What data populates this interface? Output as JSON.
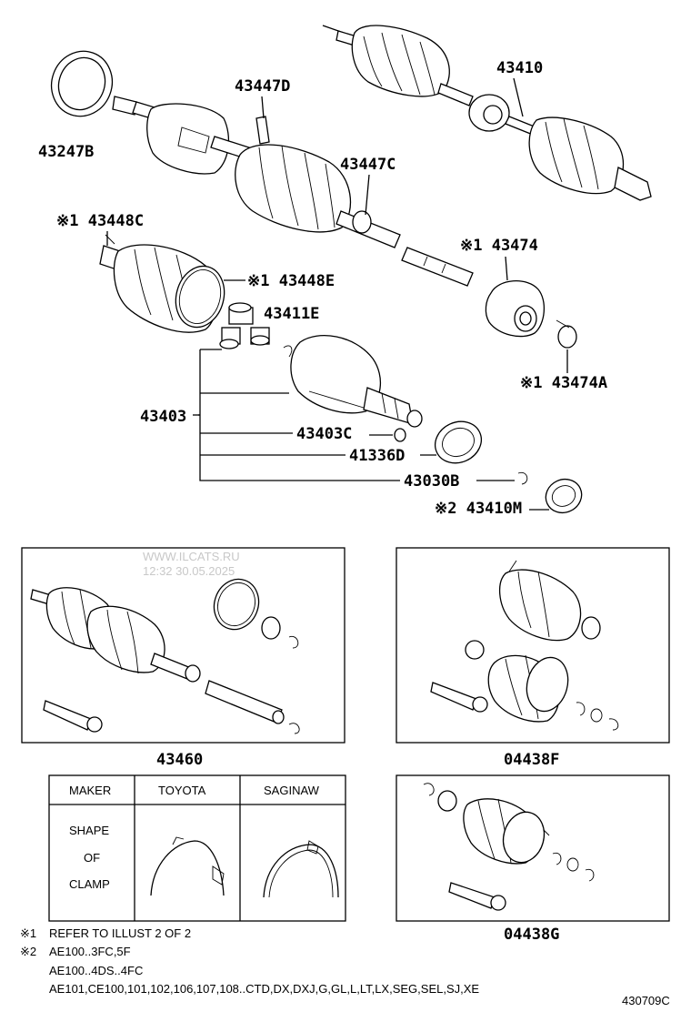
{
  "watermark": {
    "site": "WWW.ILCATS.RU",
    "stamp": "12:32 30.05.2025"
  },
  "parts": {
    "p43247B": "43247B",
    "p43447D": "43447D",
    "p43410": "43410",
    "p43447C": "43447C",
    "p43448C": "※1 43448C",
    "p43474": "※1 43474",
    "p43448E": "※1 43448E",
    "p43411E": "43411E",
    "p43474A": "※1 43474A",
    "p43403": "43403",
    "p43403C": "43403C",
    "p41336D": "41336D",
    "p43030B": "43030B",
    "p43410M": "※2 43410M",
    "p43460": "43460",
    "p04438F": "04438F",
    "p04438G": "04438G"
  },
  "clamp_table": {
    "maker_header": "MAKER",
    "toyota_header": "TOYOTA",
    "saginaw_header": "SAGINAW",
    "row_label_1": "SHAPE",
    "row_label_2": "OF",
    "row_label_3": "CLAMP"
  },
  "notes": {
    "n1_mark": "※1",
    "n1_text": "REFER TO ILLUST 2 OF 2",
    "n2_mark": "※2",
    "n2_line1": "AE100..3FC,5F",
    "n2_line2": "AE100..4DS..4FC",
    "n2_line3": "AE101,CE100,101,102,106,107,108..CTD,DX,DXJ,G,GL,L,LT,LX,SEG,SEL,SJ,XE"
  },
  "figure_code": "430709C"
}
